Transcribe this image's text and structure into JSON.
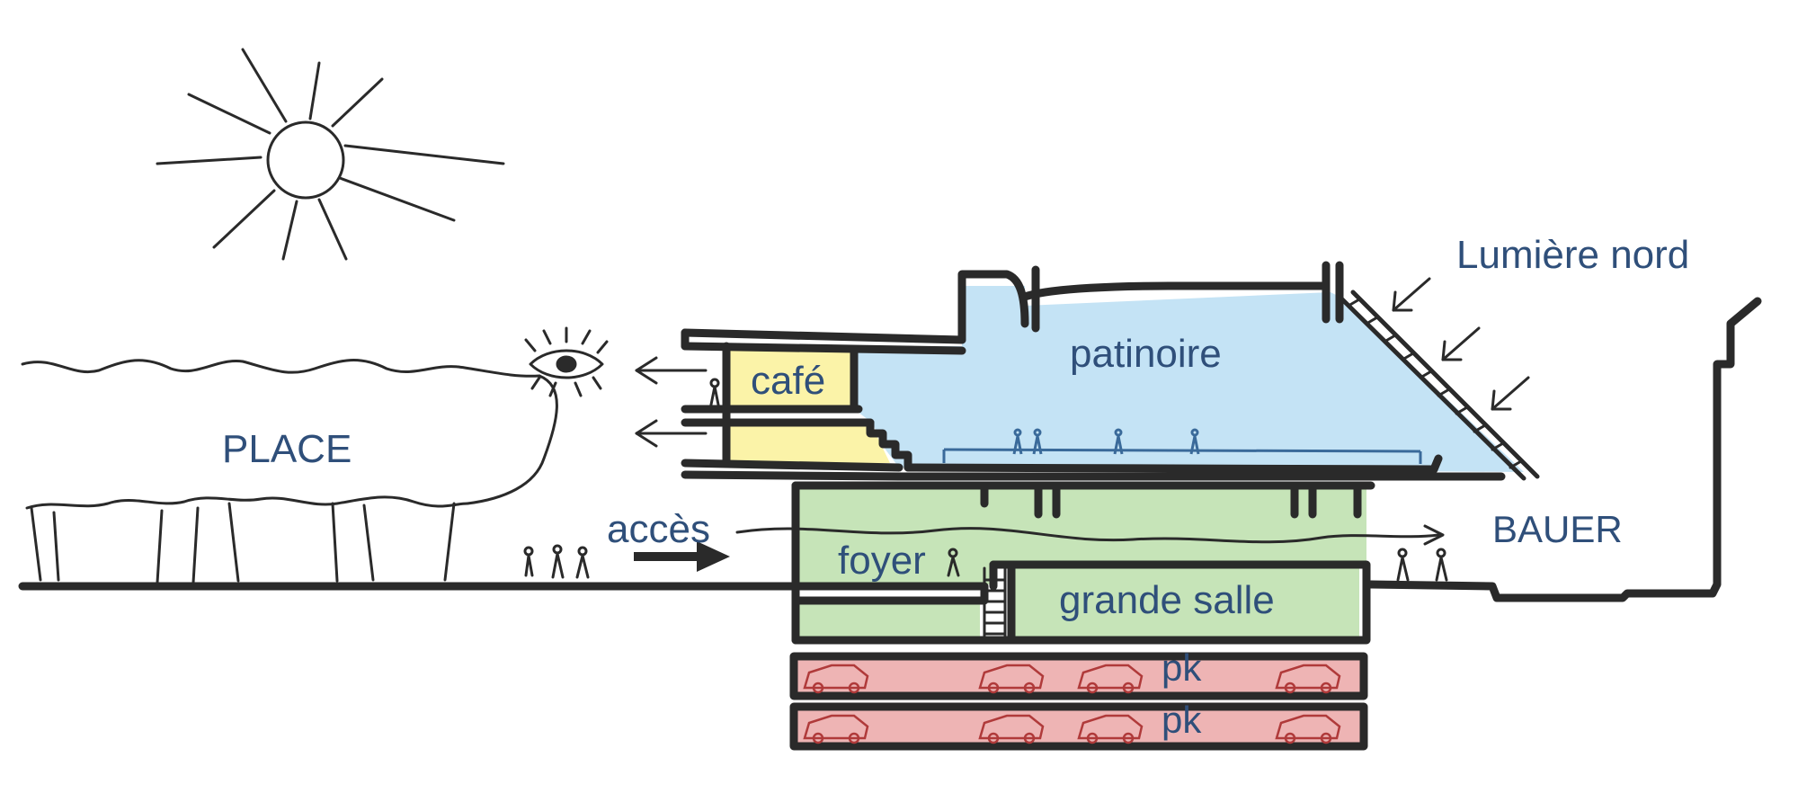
{
  "labels": {
    "place": "PLACE",
    "acces": "accès",
    "cafe": "café",
    "patinoire": "patinoire",
    "foyer": "foyer",
    "grande_salle": "grande salle",
    "pk_upper": "pk",
    "pk_lower": "pk",
    "bauer": "BAUER",
    "lumiere_nord": "Lumière nord"
  },
  "colors": {
    "ink": "#2a2a2a",
    "label": "#2f4f7a",
    "cafe_fill": "#fbf3a8",
    "patinoire_fill": "#c4e3f5",
    "foyer_fill": "#c6e4b8",
    "parking_fill": "#eeb4b4",
    "car_stroke": "#b03a3a"
  },
  "icons": [
    "sun-icon",
    "eye-icon",
    "arrow-icon",
    "car-icon",
    "person-icon"
  ]
}
